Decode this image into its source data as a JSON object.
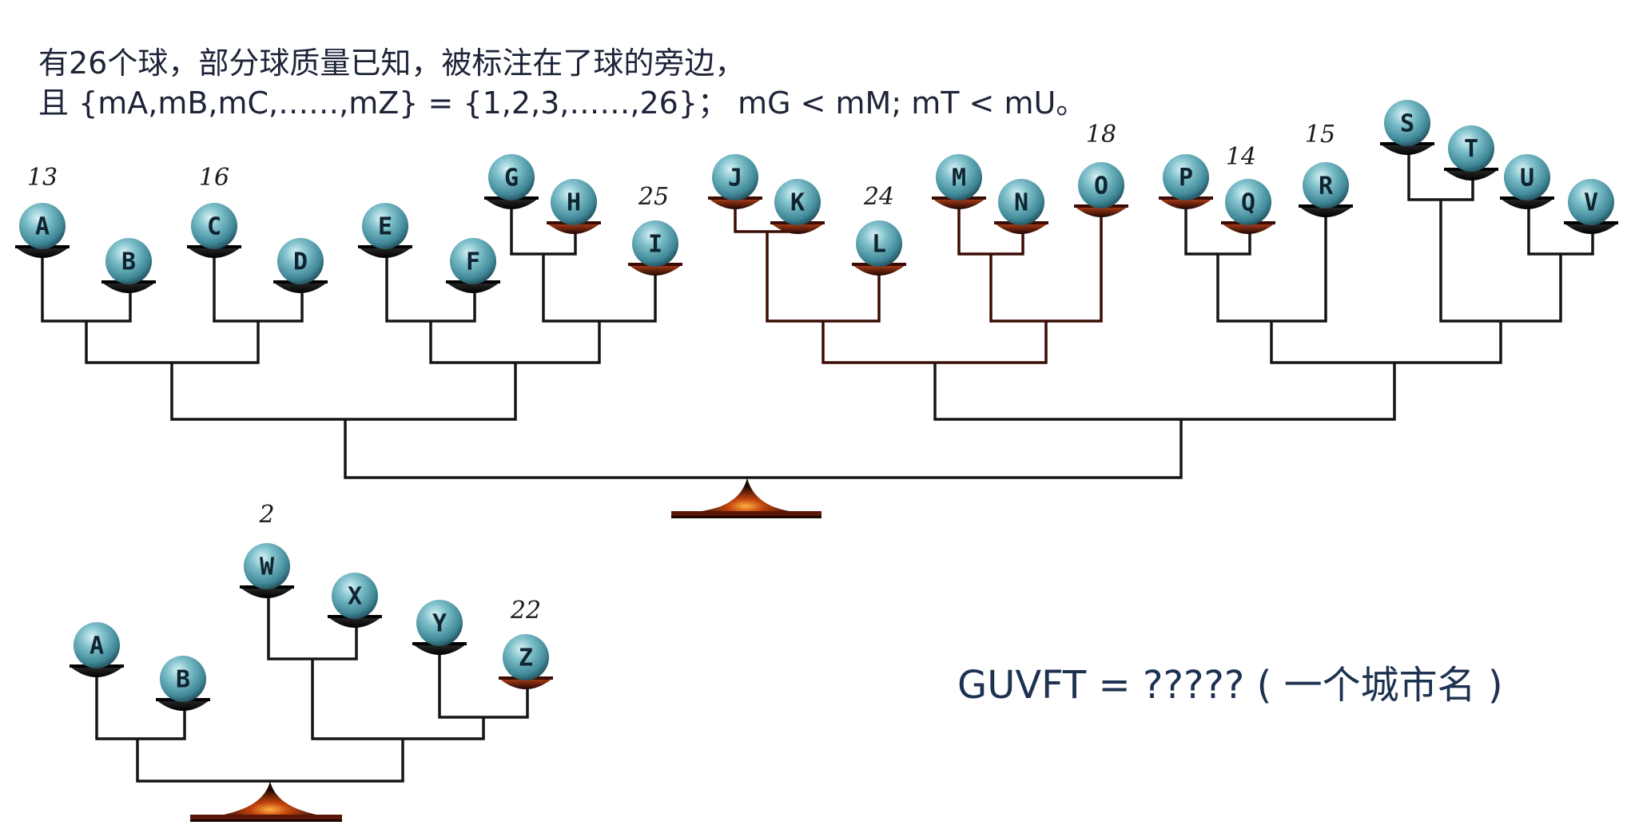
{
  "text": {
    "line1": "有26个球，部分球质量已知，被标注在了球的旁边，",
    "line2": "且 {mA,mB,mC,……,mZ} = {1,2,3,……,26}； mG < mM; mT < mU。",
    "puzzle": "GUVFT = ????? ( 一个城市名 )"
  },
  "balls": {
    "A": "A",
    "B": "B",
    "C": "C",
    "D": "D",
    "E": "E",
    "F": "F",
    "G": "G",
    "H": "H",
    "I": "I",
    "J": "J",
    "K": "K",
    "L": "L",
    "M": "M",
    "N": "N",
    "O": "O",
    "P": "P",
    "Q": "Q",
    "R": "R",
    "S": "S",
    "T": "T",
    "U": "U",
    "V": "V",
    "A2": "A",
    "B2": "B",
    "W": "W",
    "X": "X",
    "Y": "Y",
    "Z": "Z"
  },
  "masses": {
    "A": "13",
    "C": "16",
    "I": "25",
    "L": "24",
    "O": "18",
    "Q": "14",
    "R": "15",
    "W": "2",
    "Z": "22"
  },
  "colors": {
    "ball": "#4f9aaa",
    "ball_highlight": "#cfeef2",
    "pan_dark": "#111111",
    "pan_red": "#7a1f0a",
    "base_glow": "#ff9a2a"
  }
}
